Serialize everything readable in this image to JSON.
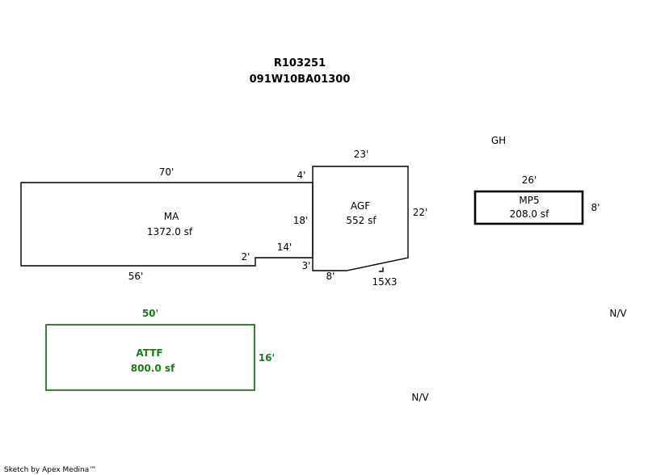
{
  "header": {
    "parcel_id": "R103251",
    "map_number": "091W10BA01300"
  },
  "areas": {
    "ma": {
      "label": "MA",
      "size": "1372.0 sf"
    },
    "agf": {
      "label": "AGF",
      "size": "552 sf"
    },
    "mp5": {
      "label": "MP5",
      "size": "208.0 sf"
    },
    "attf": {
      "label": "ATTF",
      "size": "800.0 sf"
    }
  },
  "dimensions": {
    "ma_top": "70'",
    "ma_top_right": "4'",
    "ma_right": "18'",
    "ma_bottom": "56'",
    "ma_step": "2'",
    "ma_notch": "14'",
    "ma_notch_right": "3'",
    "agf_top": "23'",
    "agf_right": "22'",
    "agf_bottom": "8'",
    "agf_angle": "15X3",
    "mp5_top": "26'",
    "mp5_right": "8'",
    "attf_top": "50'",
    "attf_right": "16'"
  },
  "labels": {
    "gh": "GH",
    "nv_right": "N/V",
    "nv_bottom": "N/V"
  },
  "footer": "Sketch by Apex Medina™",
  "colors": {
    "outline": "#000000",
    "attf": "#1a7a1a"
  }
}
